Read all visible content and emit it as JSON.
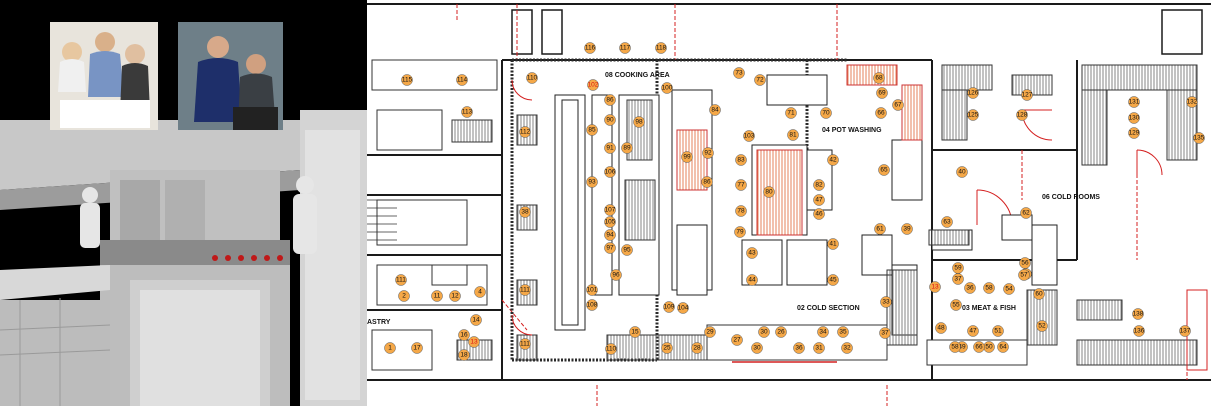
{
  "room_labels": {
    "cooking_area": "08 COOKING AREA",
    "pot_washing": "04 POT WASHING",
    "cold_rooms": "06 COLD ROOMS",
    "cold_section": "02 COLD SECTION",
    "meat_fish": "03 MEAT & FISH",
    "pastry": "ASTRY"
  },
  "equipment_numbers": [
    "116",
    "117",
    "118",
    "110",
    "115",
    "114",
    "113",
    "112",
    "73",
    "72",
    "68",
    "69",
    "70",
    "71",
    "67",
    "66",
    "65",
    "126",
    "127",
    "125",
    "128",
    "131",
    "132",
    "130",
    "129",
    "135",
    "102",
    "86",
    "98",
    "100",
    "84",
    "90",
    "89",
    "91",
    "92",
    "99",
    "86",
    "85",
    "106",
    "93",
    "107",
    "105",
    "94",
    "97",
    "95",
    "96",
    "101",
    "108",
    "109",
    "104",
    "103",
    "81",
    "83",
    "77",
    "78",
    "79",
    "80",
    "82",
    "47",
    "46",
    "42",
    "41",
    "43",
    "44",
    "45",
    "40",
    "63",
    "62",
    "61",
    "39",
    "38",
    "111",
    "111",
    "111",
    "11",
    "12",
    "2",
    "4",
    "1",
    "17",
    "16",
    "18",
    "14",
    "13",
    "15",
    "25",
    "28",
    "29",
    "27",
    "30",
    "30",
    "26",
    "34",
    "35",
    "36",
    "31",
    "32",
    "33",
    "37",
    "37",
    "36",
    "58",
    "56",
    "54",
    "53",
    "55",
    "57",
    "59",
    "60",
    "52",
    "51",
    "50",
    "48",
    "49",
    "47",
    "58",
    "66",
    "64",
    "13",
    "138",
    "136",
    "137",
    "110"
  ],
  "colors": {
    "wall": "#1a1a1a",
    "red_accent": "#d42020",
    "marker_fill": "#f5a848",
    "hatch": "#777777"
  }
}
